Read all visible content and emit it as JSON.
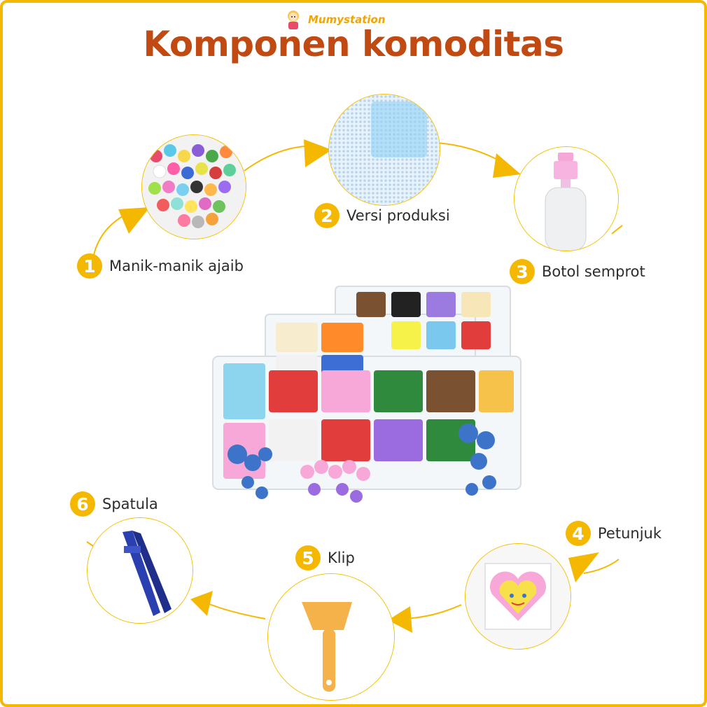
{
  "brand": {
    "name": "Mumystation"
  },
  "title": "Komponen komoditas",
  "components": [
    {
      "num": "1",
      "label": "Manik-manik ajaib",
      "icon": "beads-icon"
    },
    {
      "num": "2",
      "label": "Versi produksi",
      "icon": "pegboard-icon"
    },
    {
      "num": "3",
      "label": "Botol semprot",
      "icon": "spray-bottle-icon"
    },
    {
      "num": "4",
      "label": "Petunjuk",
      "icon": "pattern-sheet-icon"
    },
    {
      "num": "5",
      "label": "Klip",
      "icon": "scraper-icon"
    },
    {
      "num": "6",
      "label": "Spatula",
      "icon": "tweezers-icon"
    }
  ],
  "colors": {
    "accent": "#f5b800",
    "title": "#c04a12",
    "text": "#2c2c2c"
  }
}
